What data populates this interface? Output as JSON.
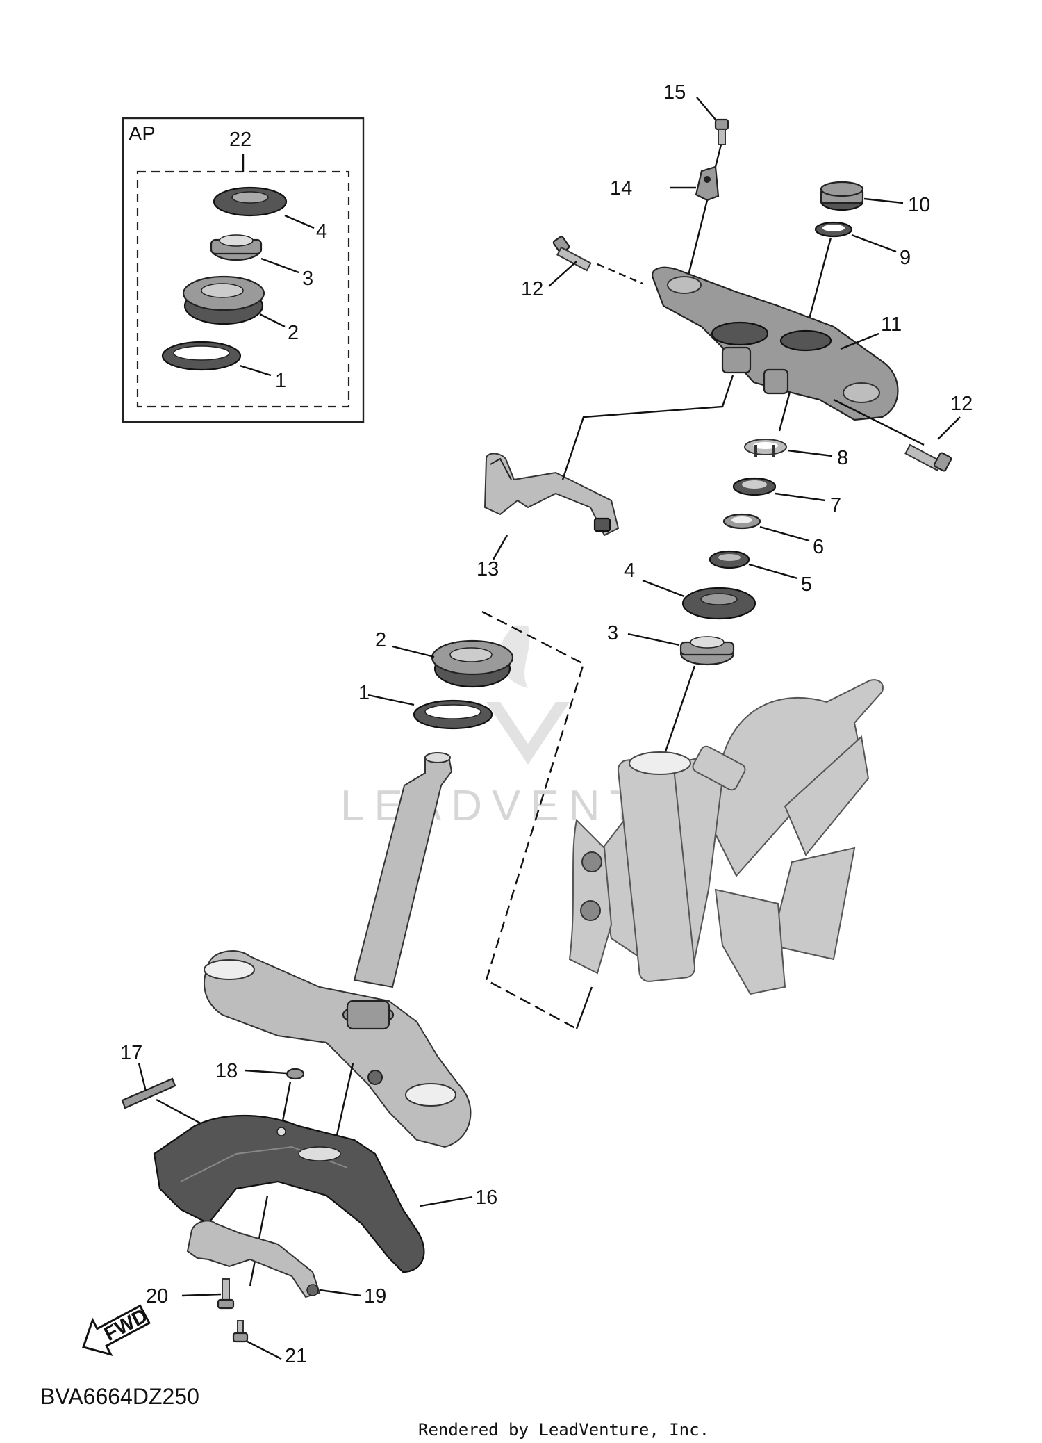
{
  "inset": {
    "title": "AP",
    "group_label": "22",
    "callouts": [
      "4",
      "3",
      "2",
      "1"
    ]
  },
  "callouts": [
    "15",
    "14",
    "10",
    "9",
    "12",
    "11",
    "12",
    "8",
    "7",
    "6",
    "13",
    "5",
    "4",
    "3",
    "2",
    "1",
    "17",
    "18",
    "16",
    "19",
    "20",
    "21"
  ],
  "watermark": "LEADVENTURE",
  "fwd_label": "FWD",
  "diagram_code": "BVA6664DZ250",
  "footer": "Rendered by LeadVenture, Inc."
}
